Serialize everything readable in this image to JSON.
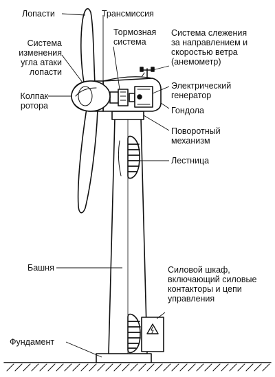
{
  "labels": {
    "blades": "Лопасти",
    "transmission": "Трансмиссия",
    "pitch_system": "Система\nизменения\nугла атаки\nлопасти",
    "brake_system": "Тормозная\nсистема",
    "tracking_system": "Система слежения\nза направлением и\nскоростью ветра\n(анемометр)",
    "generator": "Электрический\nгенератор",
    "rotor_hub": "Колпак\nротора",
    "nacelle": "Гондола",
    "yaw_mechanism": "Поворотный\nмеханизм",
    "ladder": "Лестница",
    "tower": "Башня",
    "power_cabinet": "Силовой шкаф,\nвключающий силовые\nконтакторы и цепи\nуправления",
    "foundation": "Фундамент"
  },
  "colors": {
    "ink": "#111111",
    "background": "#ffffff",
    "shading": "#6a6a6a"
  }
}
